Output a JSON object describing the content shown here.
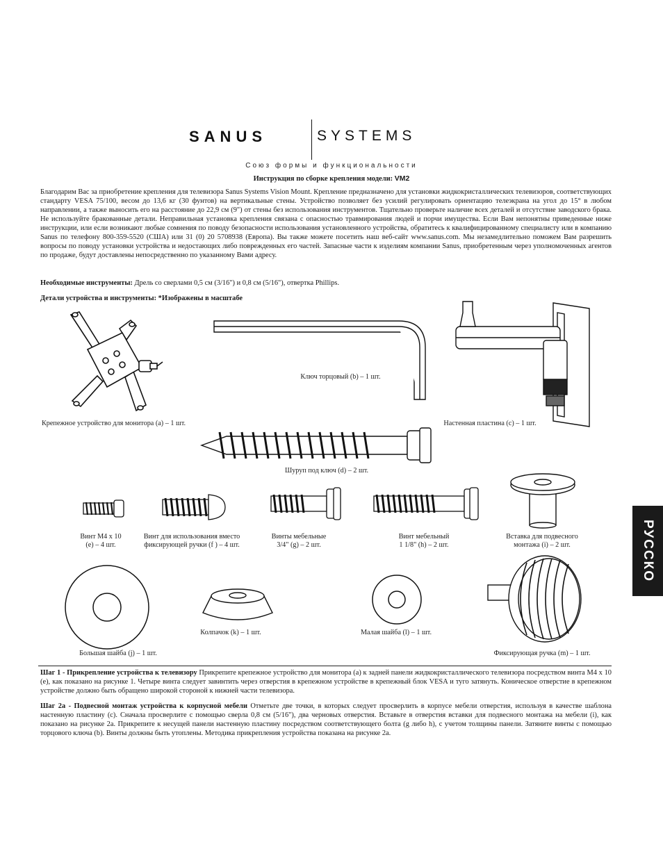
{
  "logo": {
    "brand": "SANUS",
    "brand2": "SYSTEMS"
  },
  "tagline": "Союз формы и функциональности",
  "title": {
    "text": "Инструкция по сборке крепления модели:",
    "model": "VM2"
  },
  "intro": "Благодарим Вас за приобретение крепления для телевизора Sanus Systems Vision Mount. Крепление предназначено для установки жидкокристаллических телевизоров, соответствующих стандарту VESA 75/100, весом до 13,6 кг (30 фунтов) на вертикальные стены. Устройство позволяет без усилий регулировать ориентацию телеэкрана на угол до 15° в любом направлении, а также выносить его на расстояние до 22,9 см (9\") от стены без использования инструментов. Тщательно проверьте наличие всех деталей и отсутствие заводского брака. Не используйте бракованные детали. Неправильная установка крепления связана с опасностью травмирования людей и порчи имущества. Если Вам непонятны приведенные ниже инструкции, или если возникают любые сомнения по поводу безопасности использования установленного устройства, обратитесь к квалифицированному специалисту или в компанию Sanus по телефону 800-359-5520 (США) или 31 (0) 20 5708938 (Европа). Вы также можете посетить наш веб-сайт www.sanus.com. Мы незамедлительно поможем Вам разрешить вопросы по поводу установки устройства и недостающих либо поврежденных его частей. Запасные части к изделиям компании Sanus, приобретенным через уполномоченных агентов по продаже, будут доставлены непосредственно по указанному Вами адресу.",
  "tools": {
    "label": "Необходимые инструменты:",
    "text": " Дрель со сверлами 0,5 см (3/16\") и 0,8 см (5/16\"), отвертка Phillips."
  },
  "parts_heading": "Детали устройства и инструменты: *Изображены в масштабе",
  "parts": {
    "a": "Крепежное устройство для монитора (a) – 1 шт.",
    "b": "Ключ торцовый (b) – 1 шт.",
    "c": "Настенная пластина (c) – 1 шт.",
    "d": "Шуруп под ключ (d) – 2 шт.",
    "e1": "Винт M4 x 10",
    "e2": "(e) – 4 шт.",
    "f1": "Винт для использования вместо",
    "f2": "фиксирующей ручки (f ) – 4 шт.",
    "g1": "Винты мебельные",
    "g2": "3/4\" (g) – 2 шт.",
    "h1": "Винт мебельный",
    "h2": "1 1/8\" (h) – 2 шт.",
    "i1": "Вставка для подвесного",
    "i2": "монтажа (i) – 2 шт.",
    "j": "Большая шайба (j) – 1 шт.",
    "k": "Колпачок (k) – 1 шт.",
    "l": "Малая шайба (l) – 1 шт.",
    "m": "Фиксирующая ручка (m) – 1 шт."
  },
  "step1": {
    "label": "Шаг 1  - Прикрепление устройства к телевизору",
    "text": " Прикрепите крепежное устройство для монитора (a) к задней панели жидкокристаллического телевизора посредством винта M4 x 10 (e), как показано на рисунке 1. Четыре винта следует завинтить через отверстия в крепежном устройстве в крепежный блок VESA и туго затянуть. Коническое отверстие в крепежном устройстве должно быть обращено широкой стороной к нижней части телевизора."
  },
  "step2": {
    "label": "Шаг 2a - Подвесной монтаж устройства к корпусной мебели",
    "text": " Отметьте две точки, в которых следует просверлить в корпусе мебели отверстия, используя в качестве шаблона настенную пластину (c). Сначала просверлите с помощью сверла 0,8 см (5/16\"), два черновых отверстия. Вставьте в отверстия вставки для подвесного монтажа на мебели (i), как показано на рисунке 2a. Прикрепите к несущей панели настенную пластину посредством соответствующего болта (g либо h), с учетом толщины панели. Затяните винты с помощью торцового ключа (b). Винты должны быть утоплены. Методика прикрепления устройства показана на рисунке 2a."
  },
  "language_tab": "РУССКО"
}
